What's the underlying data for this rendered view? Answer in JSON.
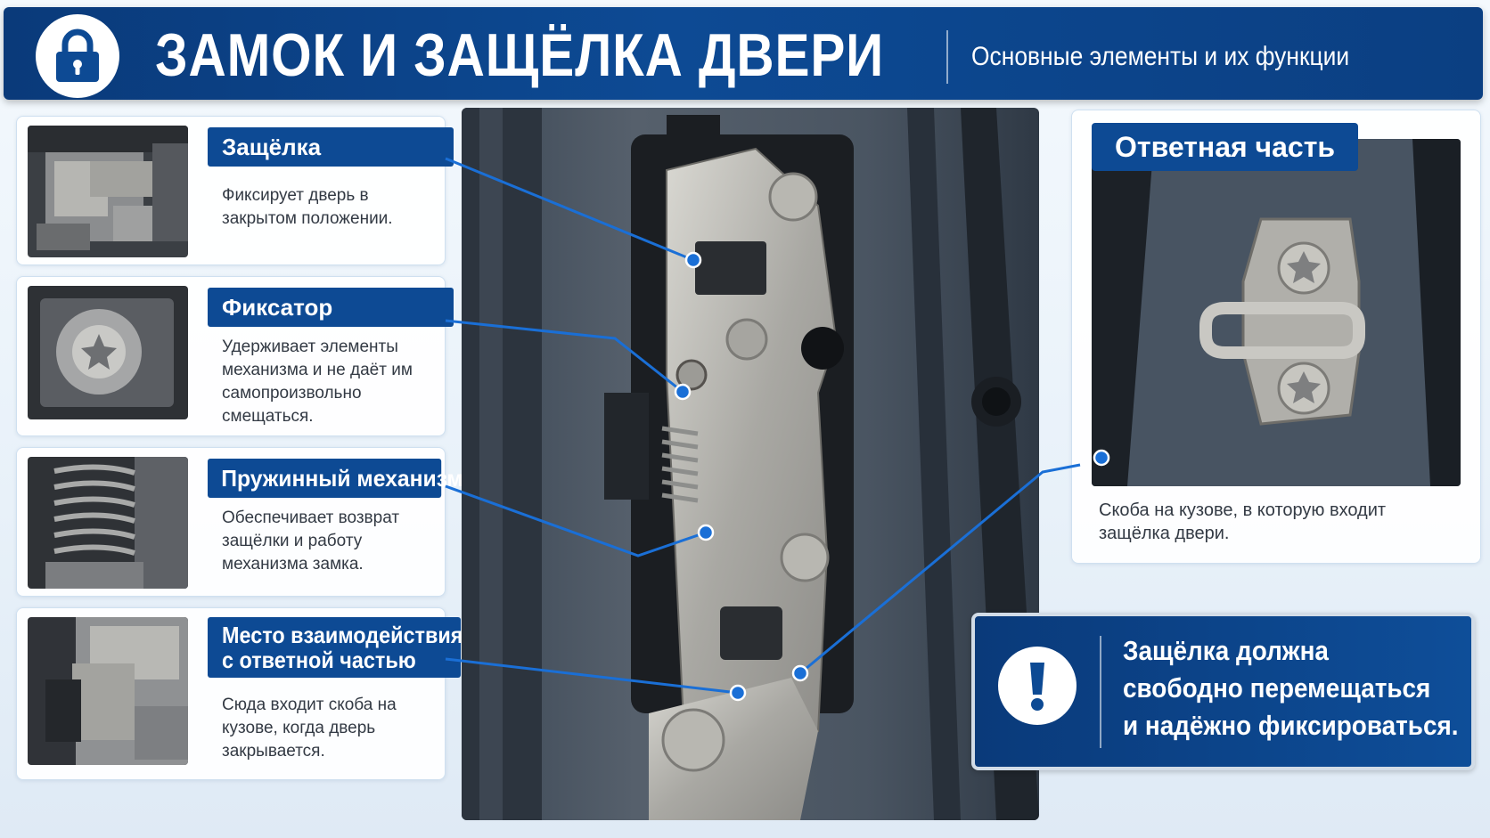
{
  "header": {
    "title": "ЗАМОК И ЗАЩЁЛКА ДВЕРИ",
    "subtitle": "Основные элементы и их функции"
  },
  "components": [
    {
      "label": "Защёлка",
      "description": "Фиксирует дверь в закрытом положении."
    },
    {
      "label": "Фиксатор",
      "description": "Удерживает элементы механизма и не даёт им самопроизвольно смещаться."
    },
    {
      "label": "Пружинный механизм",
      "description": "Обеспечивает возврат защёлки и работу механизма замка."
    },
    {
      "label_line1": "Место взаимодействия",
      "label_line2": "с ответной частью",
      "description": "Сюда входит скоба на кузове, когда дверь закрывается."
    }
  ],
  "striker": {
    "label": "Ответная часть",
    "description": "Скоба на кузове, в которую входит защёлка двери."
  },
  "warning": {
    "line1": "Защёлка должна",
    "line2": "свободно перемещаться",
    "line3": "и надёжно фиксироваться."
  },
  "colors": {
    "primary": "#0d4a94",
    "dark": "#0a3a7a",
    "accent_line": "#1a6fd6"
  }
}
